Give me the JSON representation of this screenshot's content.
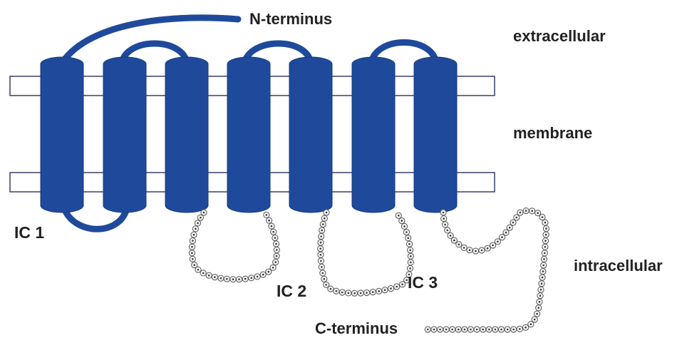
{
  "labels": {
    "n_terminus": "N-terminus",
    "c_terminus": "C-terminus",
    "extracellular": "extracellular",
    "membrane": "membrane",
    "intracellular": "intracellular",
    "ic1": "IC 1",
    "ic2": "IC 2",
    "ic3": "IC 3"
  },
  "colors": {
    "helix": "#1f4a9c",
    "helix_edge": "#17397d",
    "membrane_line": "#3a3f6a",
    "bead_fill": "#f4f4f4",
    "bead_edge": "#555555",
    "bead_dot": "#3a3a3a",
    "text": "#222222"
  },
  "diagram": {
    "helix_count": 7,
    "regions": [
      "extracellular",
      "membrane",
      "intracellular"
    ]
  }
}
